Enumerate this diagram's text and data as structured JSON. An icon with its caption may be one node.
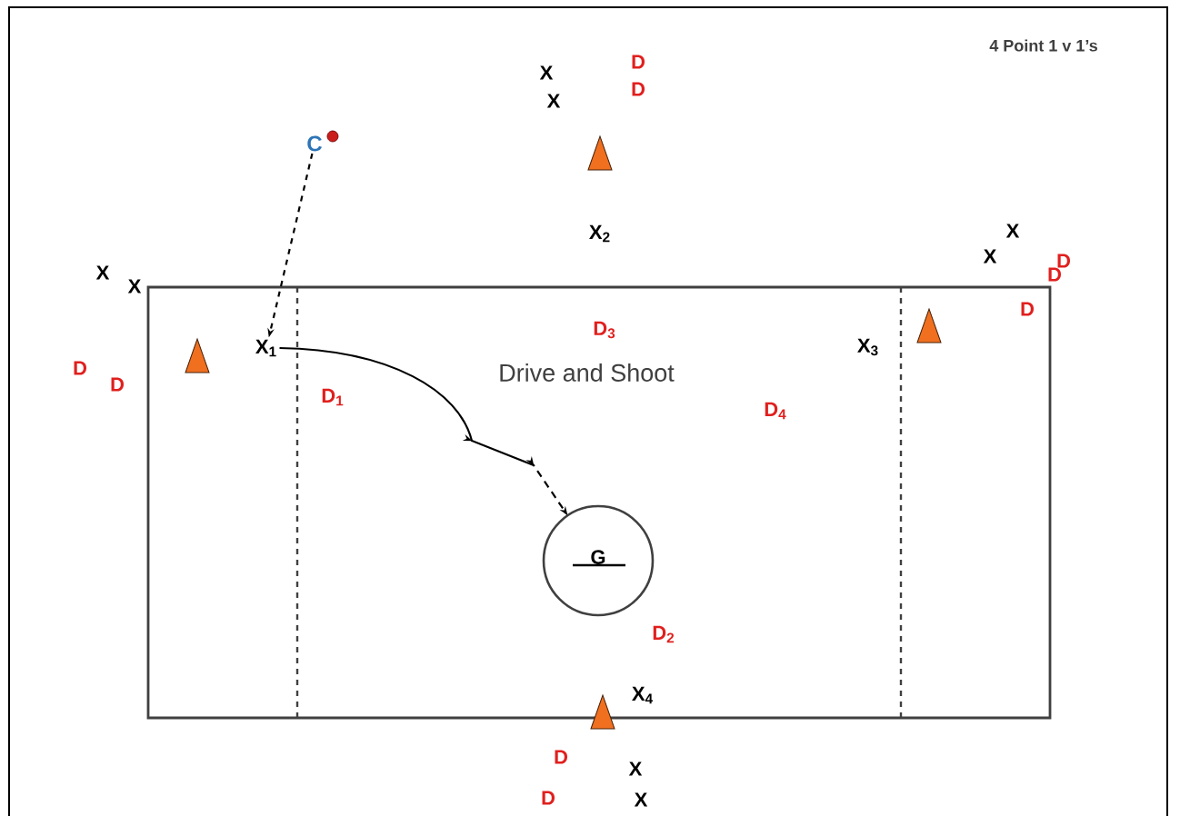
{
  "diagram": {
    "nodes": [
      {
        "text": [
          "C"
        ]
      },
      {
        "text": [
          "X$_{1}$"
        ]
      },
      {
        "text": [
          "G"
        ]
      }
    ],
    "edges": [
      {
        "from": 0,
        "to": 1,
        "arrow": "to",
        "style": "dashed"
      },
      {
        "from": 1,
        "to": 2,
        "arrow": "to"
      }
    ],
    "labels": [
      "4 Point 1 v 1’s",
      "X",
      "D",
      "X",
      "D",
      "X$_{2}$",
      "X",
      "X",
      "D",
      "X",
      "X",
      "D",
      "D",
      "D$_{3}$",
      "X$_{3}$",
      "D",
      "Drive and Shoot",
      "D",
      "D$_{1}$",
      "D$_{4}$",
      "D$_{2}$",
      "X$_{4}$",
      "D",
      "X",
      "D",
      "X"
    ]
  }
}
